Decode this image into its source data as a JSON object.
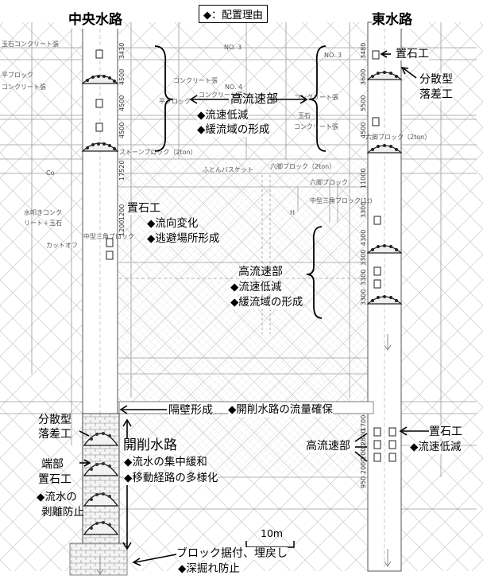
{
  "legend": "◆：配置理由",
  "channels": {
    "central": "中央水路",
    "east": "東水路",
    "cut": "開削水路"
  },
  "callouts": {
    "top_center": {
      "head": "高流速部",
      "r1": "◆流速低減",
      "r2": "◆緩流域の形成"
    },
    "east_stone": "置石工",
    "east_drop": [
      "分散型",
      "落差工"
    ],
    "left_stone": {
      "head": "置石工",
      "r1": "◆流向変化",
      "r2": "◆逃避場所形成"
    },
    "mid_right": {
      "head": "高流速部",
      "r1": "◆流速低減",
      "r2": "◆緩流域の形成"
    },
    "partition": "隔壁形成",
    "cut_flow": "◆開削水路の流量確保",
    "left_drop": [
      "分散型",
      "落差工"
    ],
    "cut_reasons": [
      "◆流水の集中緩和",
      "◆移動経路の多様化"
    ],
    "end_stone": [
      "端部",
      "置石工",
      "◆流水の",
      "剥離防止"
    ],
    "bottom_high": "高流速部",
    "bottom_stone": {
      "head": "置石工",
      "r1": "◆流速低減"
    },
    "block": {
      "head": "ブロック据付、埋戻し",
      "r1": "◆深掘れ防止"
    },
    "scale": "10m"
  },
  "base_map": {
    "labels": [
      "NO. 3",
      "NO. 4",
      "NO. 3",
      "玉石コンクリート張",
      "コンクリート張",
      "コンクリート張",
      "コンクリート張",
      "平ブロック",
      "平ブロック",
      "コンクリート張",
      "玉石",
      "コンクリート張",
      "ストーンブロック（2ton）",
      "ふとんバスケット",
      "六脚ブロック（2ton）",
      "六脚ブロック",
      "六脚ブロック（2ton）",
      "水叩きコンク",
      "リート＋玉石",
      "カットオフ",
      "中型三角ブロック",
      "中型三角ブロック(1t)",
      "H",
      "Co"
    ],
    "dims_center_top": [
      "3430",
      "4500",
      "4500",
      "4500"
    ],
    "dims_east_top": [
      "3480",
      "3600",
      "5500",
      "4500"
    ],
    "dims_center_mid": [
      "17520",
      "1200",
      "1200"
    ],
    "dims_east_mid": [
      "11000",
      "3300",
      "4300",
      "3300",
      "3300",
      "3300"
    ],
    "dims_east_bottom": [
      "1700",
      "2800",
      "2000",
      "2000",
      "950"
    ]
  }
}
